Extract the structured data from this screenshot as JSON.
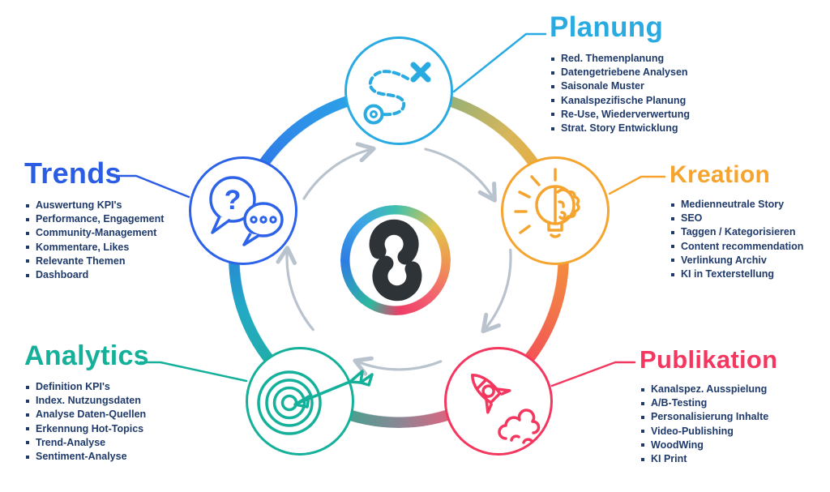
{
  "title": "Content-Lifecycle-Diagramm",
  "center_logo": {
    "name": "s-logo",
    "ring_colors": [
      "#3fc0ad",
      "#e0c44f",
      "#ee9a50",
      "#f26271",
      "#ee3d67",
      "#2eb89d",
      "#2e7de2",
      "#3da4e6"
    ],
    "glyph_color": "#2e3338"
  },
  "cycle": {
    "direction": "clockwise",
    "arrow_color": "#b9c3ce",
    "ring_colors": [
      "#29ABE2",
      "#8fb07a",
      "#f5a52f",
      "#f4375f",
      "#8a8795",
      "#1fb09a",
      "#2a6be5"
    ]
  },
  "sections": [
    {
      "id": "planung",
      "label": "Planung",
      "color": "#29ABE2",
      "icon": "route-x-icon",
      "items": [
        "Red. Themenplanung",
        "Datengetriebene Analysen",
        "Saisonale Muster",
        "Kanalspezifische Planung",
        "Re-Use, Wiederverwertung",
        "Strat. Story Entwicklung"
      ]
    },
    {
      "id": "kreation",
      "label": "Kreation",
      "color": "#F5A52F",
      "icon": "bulb-brain-icon",
      "items": [
        "Medienneutrale Story",
        "SEO",
        "Taggen / Kategorisieren",
        "Content recommendation",
        "Verlinkung Archiv",
        "KI in Texterstellung"
      ]
    },
    {
      "id": "publikation",
      "label": "Publikation",
      "color": "#F4375F",
      "icon": "rocket-icon",
      "items": [
        "Kanalspez. Ausspielung",
        "A/B-Testing",
        "Personalisierung Inhalte",
        "Video-Publishing",
        "WoodWing",
        "KI Print"
      ]
    },
    {
      "id": "analytics",
      "label": "Analytics",
      "color": "#14B09A",
      "icon": "target-arrow-icon",
      "items": [
        "Definition KPI's",
        "Index. Nutzungsdaten",
        "Analyse Daten-Quellen",
        "Erkennung Hot-Topics",
        "Trend-Analyse",
        "Sentiment-Analyse"
      ]
    },
    {
      "id": "trends",
      "label": "Trends",
      "color": "#2A5CE4",
      "icon": "chat-bubbles-icon",
      "items": [
        "Auswertung KPI's",
        "Performance, Engagement",
        "Community-Management",
        "Kommentare, Likes",
        "Relevante Themen",
        "Dashboard"
      ]
    }
  ]
}
